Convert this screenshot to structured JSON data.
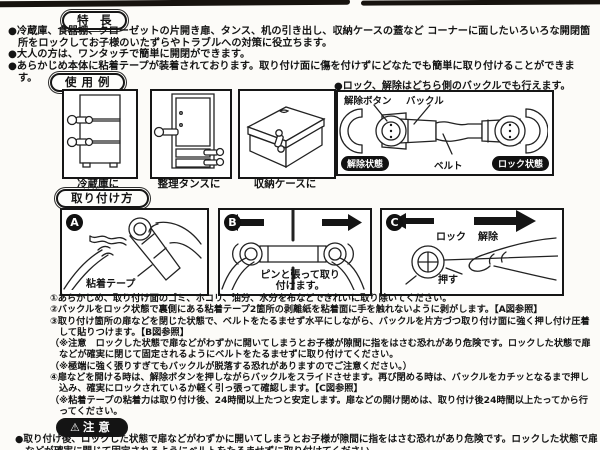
{
  "colors": {
    "ink": "#141414",
    "paper": "#fcfbf8"
  },
  "features": {
    "title": "特　長",
    "bullets": [
      "●冷蔵庫、食器棚、クローゼットの片開き扉、タンス、机の引き出し、収納ケースの蓋など コーナーに面したいろいろな開閉箇所をロックしてお子様のいたずらやトラブルへの対策に役立ちます。",
      "●大人の方は、ワンタッチで簡単に開閉ができます。",
      "●あらかじめ本体に粘着テープが装着されております。取り付け面に傷を付けずにどなたでも簡単に取り付けることができます。"
    ]
  },
  "usage": {
    "title": "使用例",
    "examples": [
      {
        "caption": "冷蔵庫に"
      },
      {
        "caption": "整理タンスに"
      },
      {
        "caption": "収納ケースに"
      }
    ]
  },
  "buckle": {
    "note": "●ロック、解除はどちら側のバックルでも行えます。",
    "label_release_button": "解除ボタン",
    "label_buckle": "バックル",
    "label_belt": "ベルト",
    "badge_released": "解除状態",
    "badge_locked": "ロック状態"
  },
  "install": {
    "title": "取り付け方",
    "panel_a": {
      "letter": "A",
      "label_tape": "粘着テープ"
    },
    "panel_b": {
      "letter": "B",
      "caption": "ピンと張って取り付けます。"
    },
    "panel_c": {
      "letter": "C",
      "label_lock": "ロック",
      "label_release": "解除",
      "label_push": "押す"
    },
    "steps": [
      "①あらかじめ、取り付け面のゴミ、ホコリ、油分、水分を布などできれいに取り除いてください。",
      "②バックルをロック状態で裏側にある粘着テープ2箇所の剥離紙を粘着面に手を触れないように剥がします。【A図参照】",
      "③取り付け箇所の扉などを閉じた状態で、ベルトをたるませず水平にしながら、バックルを片方づつ取り付け面に強く押し付け圧着して貼りつけます。【B図参照】",
      "（※注意　ロックした状態で扉などがわずかに開いてしまうとお子様が隙間に指をはさむ恐れがあり危険です。ロックした状態で扉などが確実に閉じて固定されるようにベルトをたるませずに取り付けてください。",
      "（※極端に強く張りすぎてもバックルが脱落する恐れがありますのでご注意ください。）",
      "④扉などを開ける時は、解除ボタンを押しながらバックルをスライドさせます。再び閉める時は、バックルをカチッとなるまで押し込み、確実にロックされているか軽く引っ張って確認します。【C図参照】",
      "（※粘着テープの粘着力は取り付け後、24時間以上たつと安定します。扉などの開け閉めは、取り付け後24時間以上たってから行ってください。"
    ]
  },
  "caution": {
    "warning_symbol": "⚠",
    "title": "注意",
    "bullets": [
      "●取り付け後、ロックした状態で扉などがわずかに開いてしまうとお子様が隙間に指をはさむ恐れがあり危険です。ロックした状態で扉などが確実に閉じて固定されるようにベルトをたるませずに取り付けてください。"
    ]
  }
}
